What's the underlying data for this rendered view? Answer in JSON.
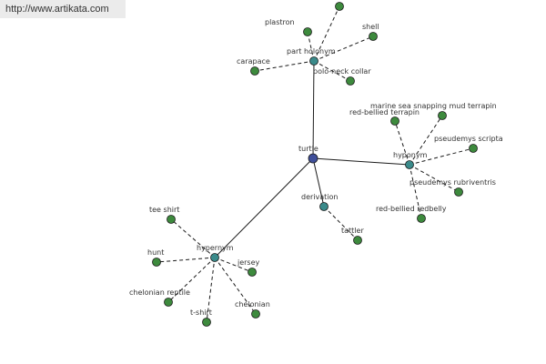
{
  "banner": {
    "url": "http://www.artikata.com"
  },
  "colors": {
    "center_node": "#3f4f9a",
    "relation_node": "#3a8a8a",
    "leaf_node": "#3d8a3d",
    "edge": "#1a1a1a"
  },
  "graph": {
    "center": {
      "id": "turtle",
      "label": "turtle"
    },
    "relations": [
      {
        "id": "part-holonym",
        "label": "part holonym"
      },
      {
        "id": "hyponym",
        "label": "hyponym"
      },
      {
        "id": "derivation",
        "label": "derivation"
      },
      {
        "id": "hypernym",
        "label": "hypernym"
      }
    ],
    "leaves": [
      {
        "id": "unlabeled-top",
        "label": "",
        "relation": "part-holonym"
      },
      {
        "id": "plastron",
        "label": "plastron",
        "relation": "part-holonym"
      },
      {
        "id": "shell",
        "label": "shell",
        "relation": "part-holonym"
      },
      {
        "id": "carapace",
        "label": "carapace",
        "relation": "part-holonym"
      },
      {
        "id": "polo-neck-collar",
        "label": "polo-neck collar",
        "relation": "part-holonym"
      },
      {
        "id": "marine-sea-snapping-mud-terrapin",
        "label": "marine sea snapping mud terrapin",
        "relation": "hyponym"
      },
      {
        "id": "red-bellied-terrapin",
        "label": "red-bellied terrapin",
        "relation": "hyponym"
      },
      {
        "id": "pseudemys-scripta",
        "label": "pseudemys scripta",
        "relation": "hyponym"
      },
      {
        "id": "pseudemys-rubriventris",
        "label": "pseudemys rubriventris",
        "relation": "hyponym"
      },
      {
        "id": "red-bellied-redbelly",
        "label": "red-bellied redbelly",
        "relation": "hyponym"
      },
      {
        "id": "tattler",
        "label": "tattler",
        "relation": "derivation"
      },
      {
        "id": "tee-shirt",
        "label": "tee shirt",
        "relation": "hypernym"
      },
      {
        "id": "hunt",
        "label": "hunt",
        "relation": "hypernym"
      },
      {
        "id": "jersey",
        "label": "jersey",
        "relation": "hypernym"
      },
      {
        "id": "chelonian-reptile",
        "label": "chelonian reptile",
        "relation": "hypernym"
      },
      {
        "id": "chelonian",
        "label": "chelonian",
        "relation": "hypernym"
      },
      {
        "id": "t-shirt",
        "label": "t-shirt",
        "relation": "hypernym"
      }
    ]
  }
}
